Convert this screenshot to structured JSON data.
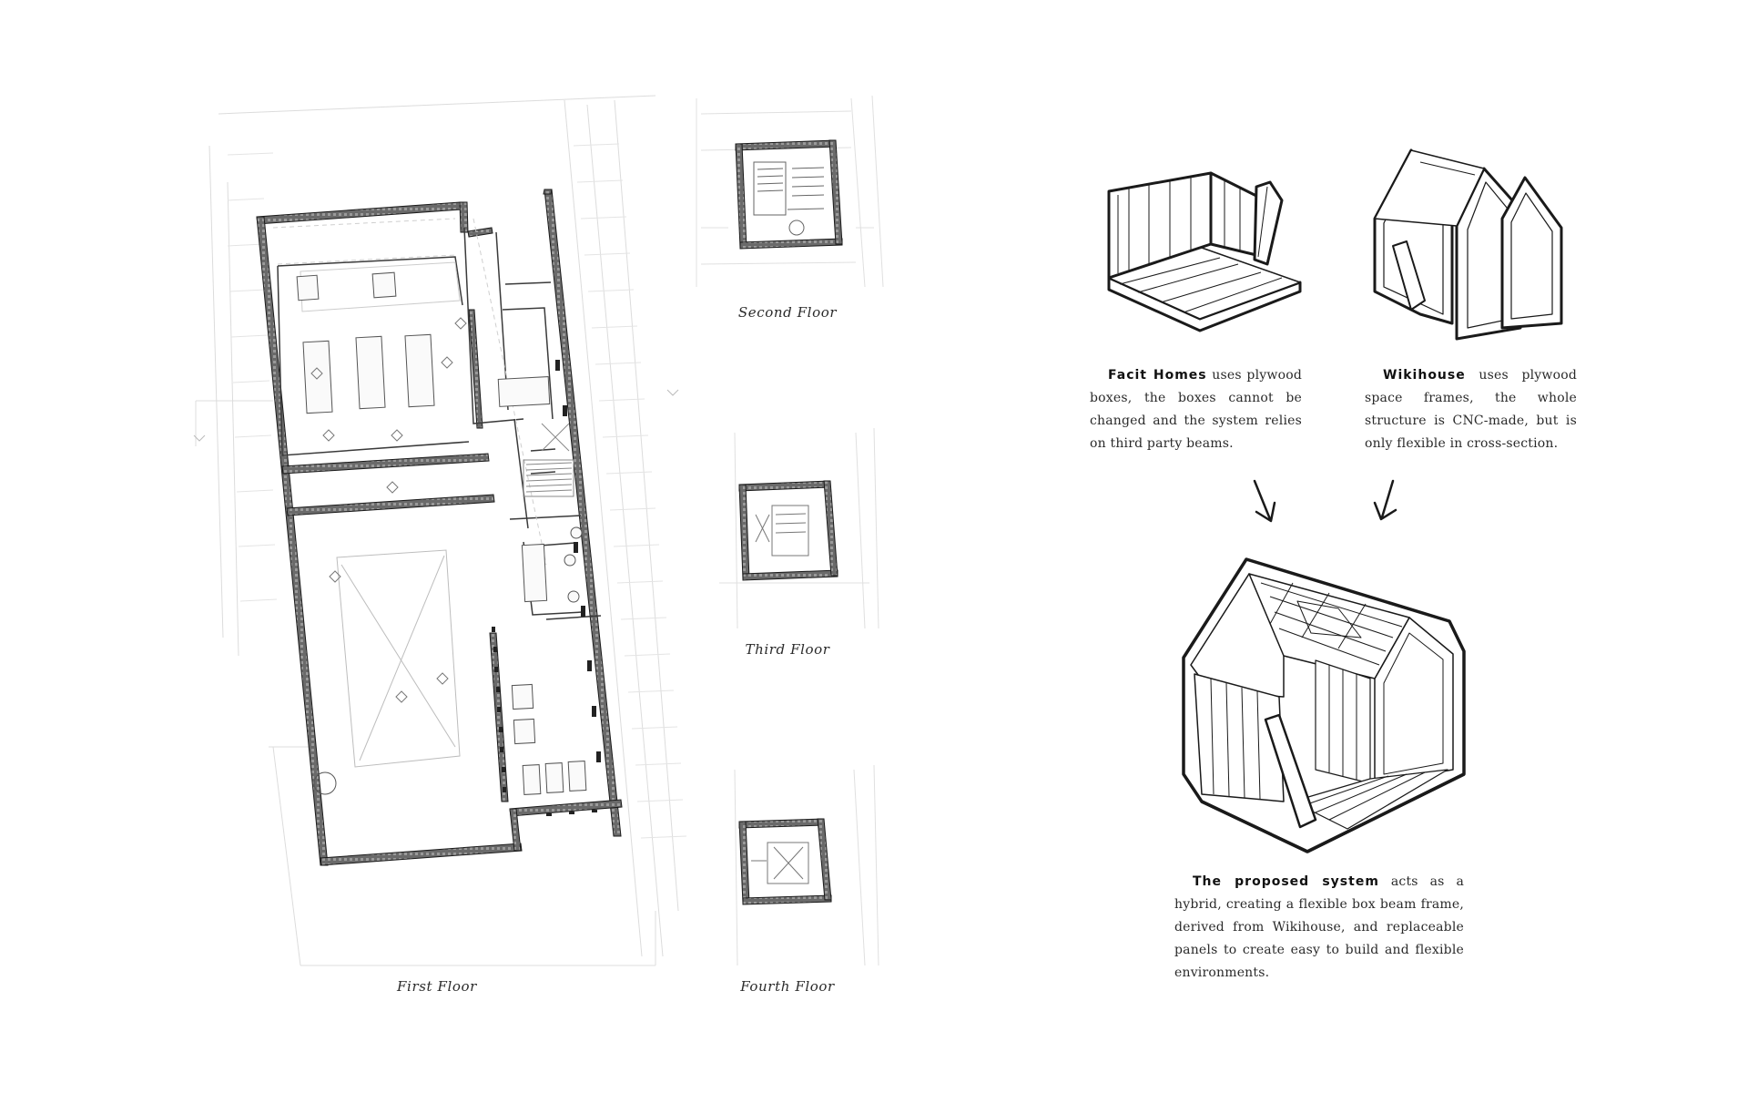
{
  "floor_plans": {
    "first_floor_caption": "First Floor",
    "second_floor_caption": "Second Floor",
    "third_floor_caption": "Third Floor",
    "fourth_floor_caption": "Fourth Floor"
  },
  "systems": {
    "facit": {
      "name": "Facit Homes",
      "description": "uses plywood boxes, the boxes cannot be changed and the system relies on third party beams."
    },
    "wikihouse": {
      "name": "Wikihouse",
      "description": "uses plywood space frames, the whole structure is CNC-made, but is only flexible in cross-section."
    },
    "proposed": {
      "name": "The proposed system",
      "description": "acts as a hybrid, creating a flexible box beam frame, derived from Wikihouse, and replaceable panels to create easy to build and flexible environments."
    }
  },
  "icons": {
    "facit": "plywood-box-axonometric-icon",
    "wikihouse": "space-frame-axonometric-icon",
    "proposed": "hybrid-frame-axonometric-icon",
    "arrows": "down-arrow-icon"
  },
  "colors": {
    "line": "#1a1a1a",
    "faint": "#cfcfcf",
    "wall": "#555555"
  }
}
